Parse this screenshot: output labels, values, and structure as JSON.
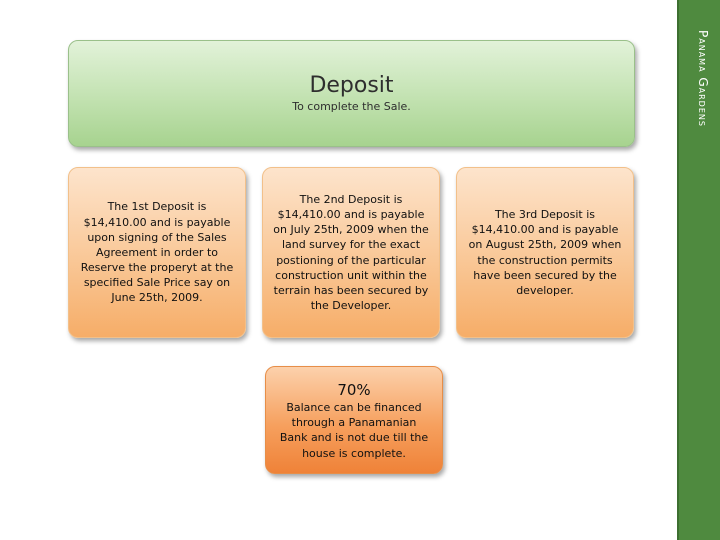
{
  "side_title": "Panama Gardens",
  "main": {
    "title": "Deposit",
    "subtitle": "To complete the Sale."
  },
  "deposits": [
    {
      "text": "The 1st Deposit is $14,410.00 and is payable upon signing of the Sales Agreement in order to Reserve the properyt at the specified Sale Price say on June 25th, 2009."
    },
    {
      "text": "The 2nd Deposit is $14,410.00 and is payable on July 25th, 2009 when the land survey for the exact postioning of the particular construction unit within the terrain has been secured by the Developer."
    },
    {
      "text": "The 3rd Deposit is $14,410.00 and is payable on August 25th, 2009 when the construction permits have been secured by the developer."
    }
  ],
  "balance": {
    "title": "70%",
    "text": "Balance can be financed through a Panamanian Bank and is not due till the house is complete."
  },
  "colors": {
    "side_bar": "#4f8a3f",
    "main_box": "#c8e5b8",
    "deposit_box": "#f9c796",
    "balance_box": "#f6a05e"
  }
}
